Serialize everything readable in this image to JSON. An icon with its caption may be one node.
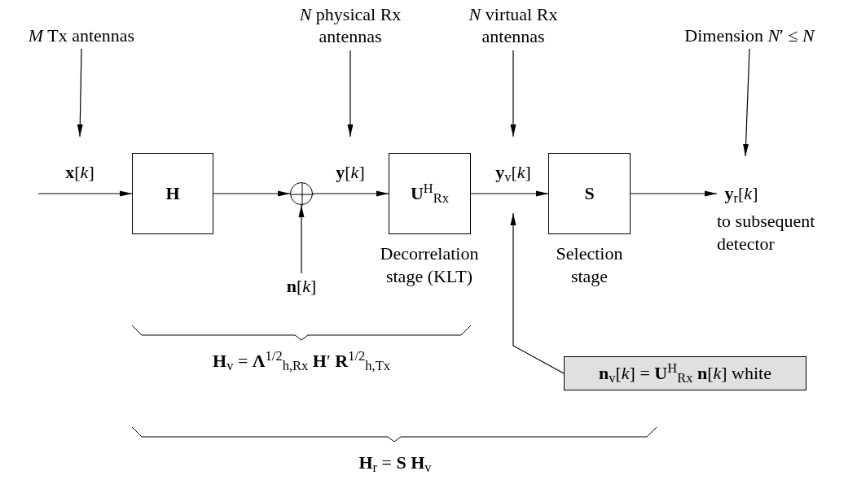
{
  "diagram": {
    "nodes": [
      {
        "text": [
          "*M* Tx antennas"
        ]
      },
      {
        "text": [
          "*N* physical Rx antennas"
        ]
      },
      {
        "text": [
          "*N* virtual Rx antennas"
        ]
      },
      {
        "text": [
          "Dimension *N*′ ≤ *N*"
        ]
      },
      {
        "text": [
          "**H**"
        ]
      },
      {
        "text": [],
        "shape": "circle"
      },
      {
        "text": [
          "**U**$^{H}$$_{Rx}$"
        ],
        "beside": [
          "Decorrelation stage (KLT)"
        ]
      },
      {
        "text": [
          "**S**"
        ],
        "beside": [
          "Selection stage"
        ]
      },
      {
        "text": [
          "**y**$_{r}$[*k*]"
        ],
        "beside": [
          "to subsequent detector"
        ]
      },
      {
        "text": [
          "**n**[*k*]"
        ]
      },
      {
        "text": [
          "**n**$_{v}$[*k*] = **U**$^{H}$$_{Rx}$ **n**[*k*] white"
        ]
      }
    ],
    "edges": [
      {
        "from": 0,
        "to": null,
        "arrow": "to"
      },
      {
        "from": 1,
        "to": null,
        "arrow": "to"
      },
      {
        "from": 2,
        "to": null,
        "arrow": "to"
      },
      {
        "from": 3,
        "to": null,
        "arrow": "to"
      },
      {
        "from": null,
        "to": 4,
        "arrow": "to",
        "label": "**x**[*k*]"
      },
      {
        "from": 4,
        "to": 5,
        "arrow": "to"
      },
      {
        "from": 5,
        "to": 6,
        "arrow": "to",
        "label": "**y**[*k*]"
      },
      {
        "from": 6,
        "to": 7,
        "arrow": "to",
        "label": "**y**$_{v}$[*k*]"
      },
      {
        "from": 7,
        "to": 8,
        "arrow": "to"
      },
      {
        "from": 9,
        "to": 5,
        "arrow": "to"
      },
      {
        "from": 10,
        "to": null,
        "arrow": "to"
      }
    ],
    "labels": [
      "**H**$_{v}$ = **Λ**$^{1/2}$$_{h,Rx}$ **H**′ **R**$^{1/2}$$_{h,Tx}$",
      "**H**$_{r}$ = **S** **H**$_{v}$"
    ]
  }
}
